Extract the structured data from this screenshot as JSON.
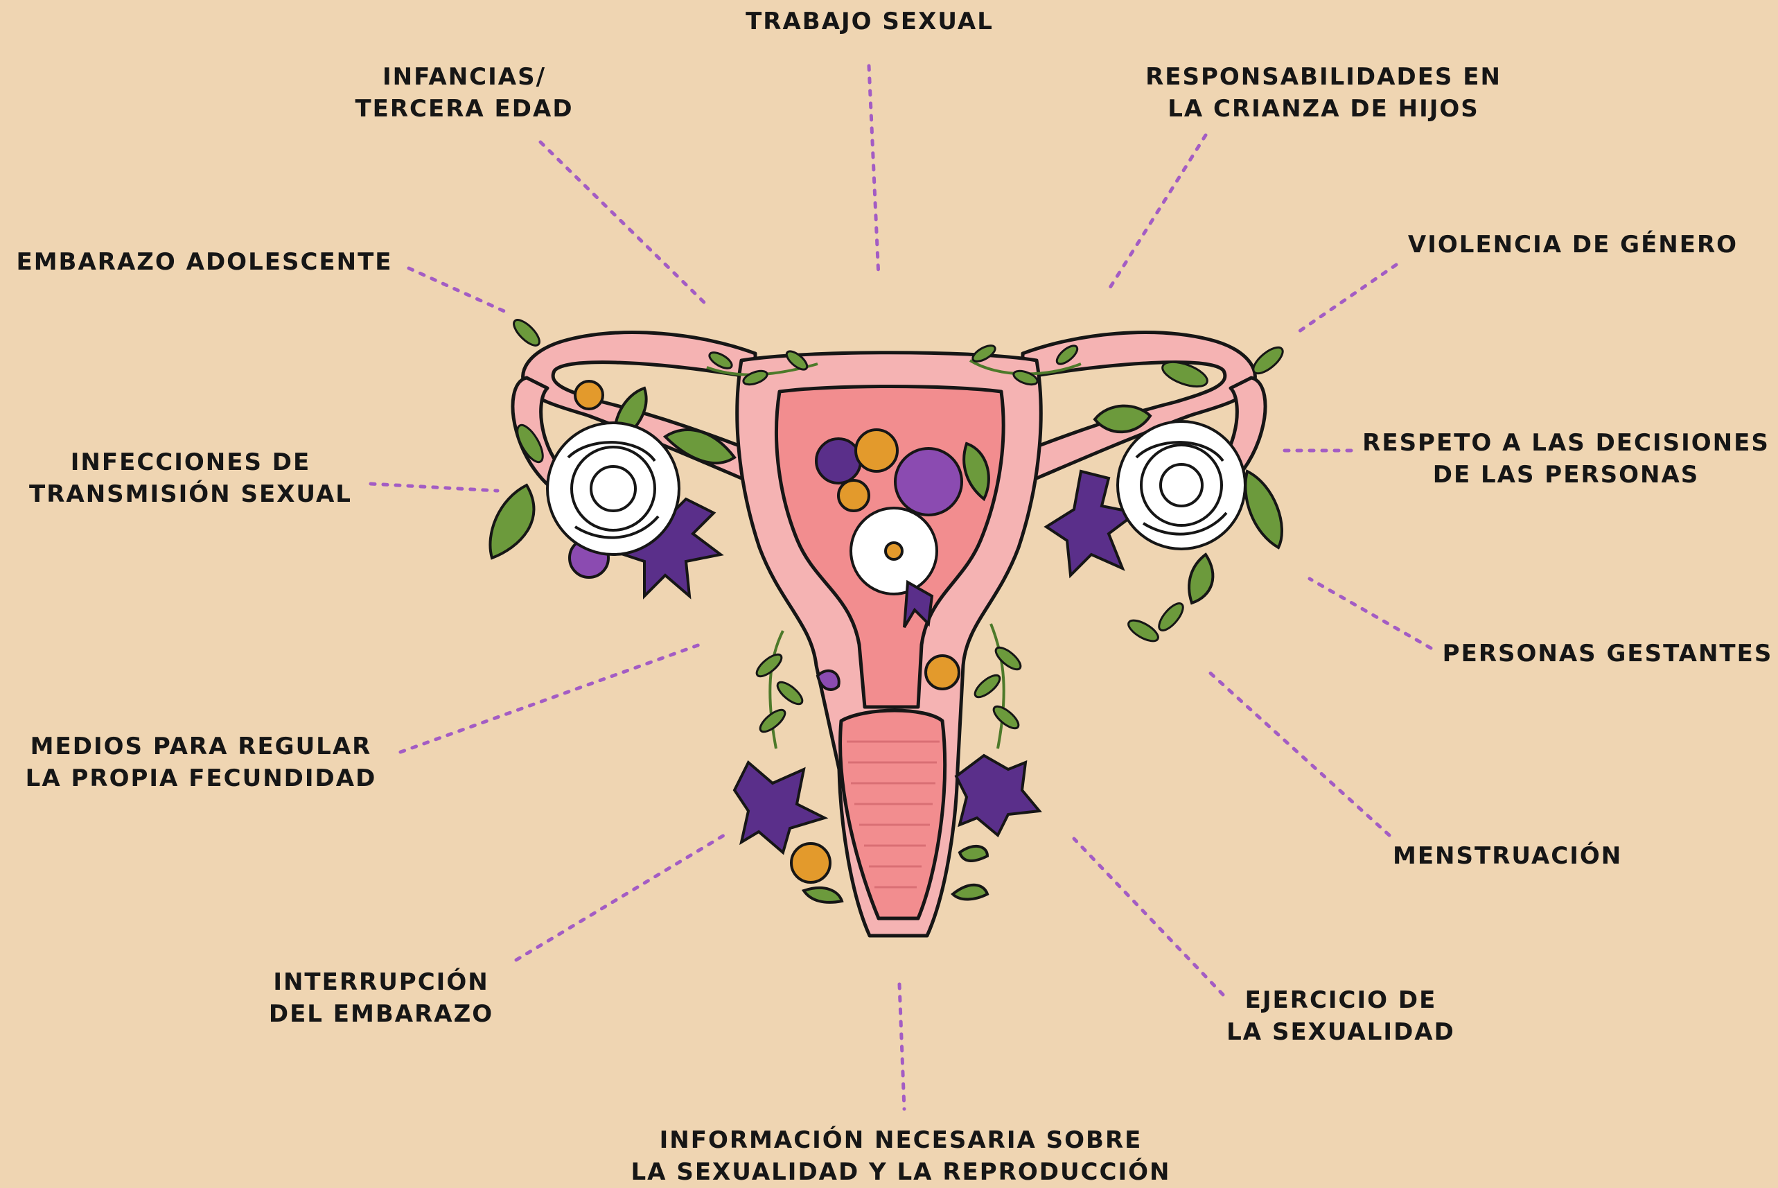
{
  "labels": {
    "trabajo_sexual": [
      "TRABAJO SEXUAL"
    ],
    "infancias": [
      "INFANCIAS/",
      "TERCERA EDAD"
    ],
    "crianza": [
      "RESPONSABILIDADES EN",
      "LA CRIANZA DE HIJOS"
    ],
    "embarazo_adolescente": [
      "EMBARAZO ADOLESCENTE"
    ],
    "violencia": [
      "VIOLENCIA DE GÉNERO"
    ],
    "its": [
      "INFECCIONES DE",
      "TRANSMISIÓN SEXUAL"
    ],
    "respeto": [
      "RESPETO A LAS DECISIONES",
      "DE LAS PERSONAS"
    ],
    "personas_gestantes": [
      "PERSONAS GESTANTES"
    ],
    "medios": [
      "MEDIOS PARA REGULAR",
      "LA PROPIA FECUNDIDAD"
    ],
    "menstruacion": [
      "MENSTRUACIÓN"
    ],
    "interrupcion": [
      "INTERRUPCIÓN",
      "DEL EMBARAZO"
    ],
    "ejercicio": [
      "EJERCICIO DE",
      "LA SEXUALIDAD"
    ],
    "informacion": [
      "INFORMACIÓN NECESARIA SOBRE",
      "LA SEXUALIDAD Y LA REPRODUCCIÓN"
    ]
  },
  "colors": {
    "background": "#efd5b2",
    "uterus_outer": "#f5b3b3",
    "uterus_inner": "#f28d8f",
    "outline": "#161616",
    "dotted_line": "#a35cc4",
    "leaf": "#6c9a3c",
    "purple_flower": "#5a2f8a",
    "violet_flower": "#8b4bb1",
    "orange_flower": "#e39a2c",
    "white_flower": "#ffffff"
  },
  "icons": [
    "uterus-illustration",
    "rose-icon",
    "leaf-icon",
    "purple-flower-icon",
    "orange-flower-icon"
  ]
}
